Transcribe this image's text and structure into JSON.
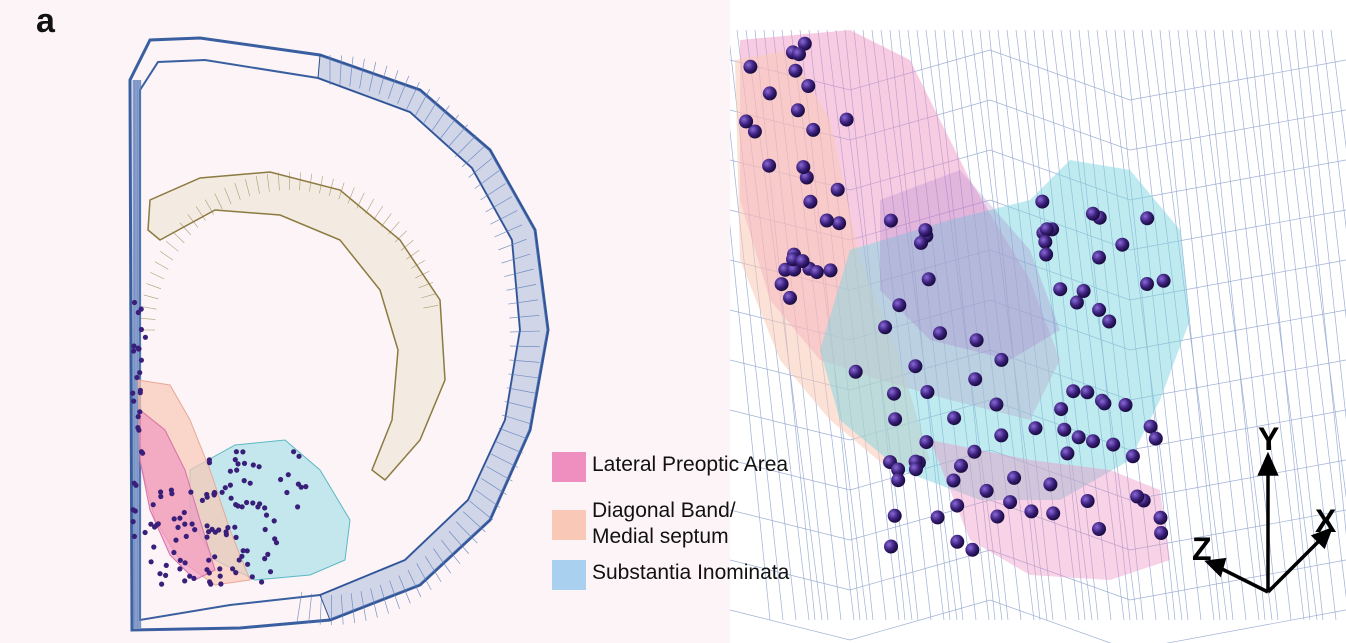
{
  "panel_label": "a",
  "legend": {
    "items": [
      {
        "label": "Lateral Preoptic Area",
        "color": "#ee8fc0"
      },
      {
        "label": "Diagonal Band/\nMedial septum",
        "color": "#f9c8b7"
      },
      {
        "label": "Substantia Inominata",
        "color": "#a9d0ee"
      }
    ]
  },
  "axes": {
    "y": "Y",
    "x": "X",
    "z": "Z"
  },
  "colors": {
    "background_left": "#fcf4f6",
    "cortex_mesh": "#3a5fa0",
    "hippocampus_mesh": "#8c7a40",
    "lateral_preoptic": "#ee8fc0",
    "diagonal_band": "#f9c8b7",
    "substantia_innominata": "#7fd6df",
    "cell_marker": "#3a1f7a"
  }
}
